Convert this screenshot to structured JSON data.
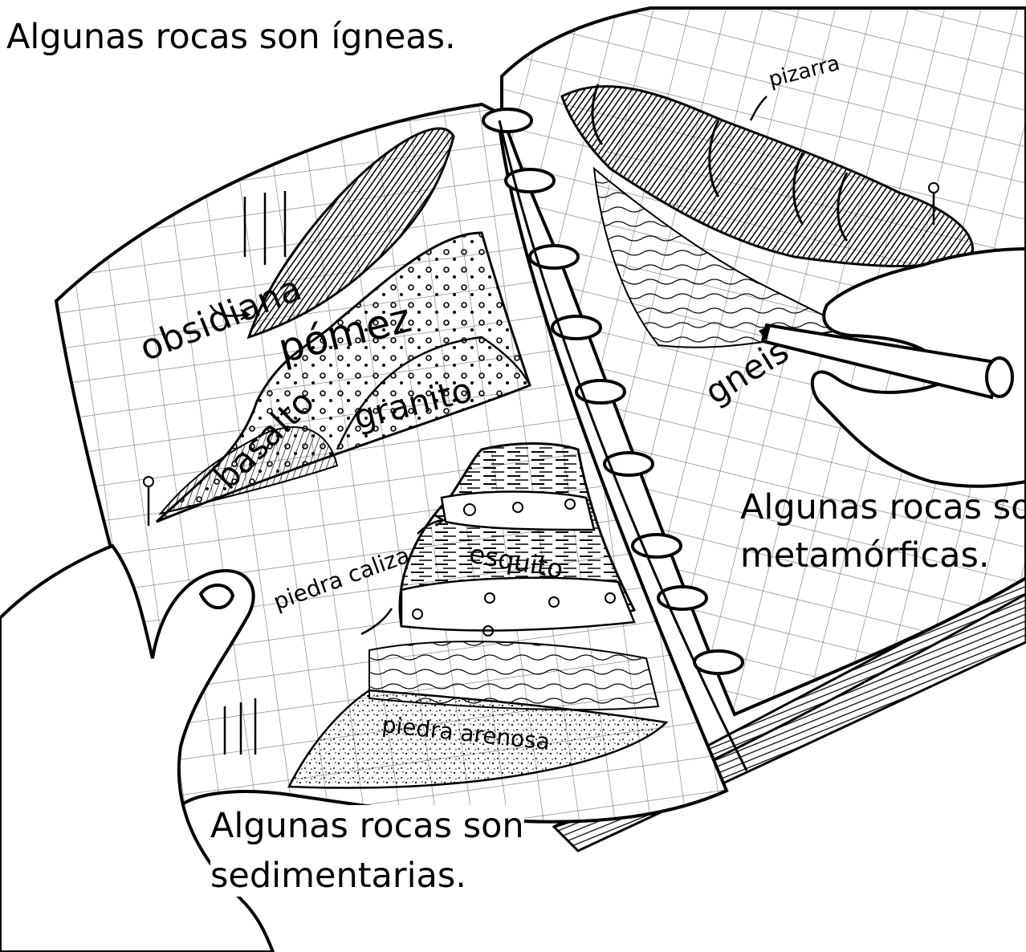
{
  "captions": {
    "igneous": "Algunas rocas son ígneas.",
    "metamorphic_line1": "Algunas rocas so",
    "metamorphic_line2": "metamórficas.",
    "sedimentary_line1": "Algunas rocas son",
    "sedimentary_line2": "sedimentarias."
  },
  "rock_labels": {
    "obsidian": "obsidiana",
    "pumice": "pómez",
    "basalt": "basalto",
    "granite": "granito",
    "slate": "pizarra",
    "gneiss": "gneis",
    "limestone": "piedra caliza",
    "shale": "esquito",
    "sandstone": "piedra arenosa"
  },
  "colors": {
    "ink": "#000000",
    "paper": "#ffffff"
  }
}
